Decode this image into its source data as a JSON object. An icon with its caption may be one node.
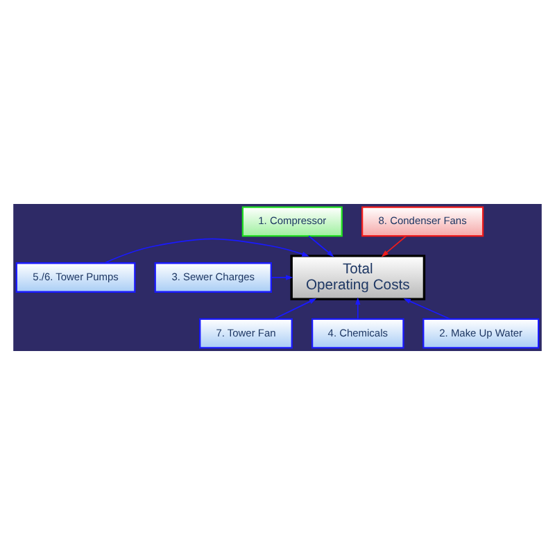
{
  "diagram": {
    "nodes": [
      {
        "text": [
          "1. Compressor"
        ]
      },
      {
        "text": [
          "8. Condenser Fans"
        ]
      },
      {
        "text": [
          "5./6. Tower Pumps"
        ]
      },
      {
        "text": [
          "3. Sewer Charges"
        ]
      },
      {
        "text": [
          "Total Operating Costs"
        ]
      },
      {
        "text": [
          "7. Tower Fan"
        ]
      },
      {
        "text": [
          "4. Chemicals"
        ]
      },
      {
        "text": [
          "2. Make Up Water"
        ]
      }
    ],
    "edges": [
      {
        "from": 0,
        "to": 4,
        "arrow": "to"
      },
      {
        "from": 1,
        "to": 4,
        "arrow": "to",
        "color": "#ee1c1c"
      },
      {
        "from": 2,
        "to": 4,
        "arrow": "to"
      },
      {
        "from": 3,
        "to": 4,
        "arrow": "to"
      },
      {
        "from": 5,
        "to": 4,
        "arrow": "to"
      },
      {
        "from": 6,
        "to": 4,
        "arrow": "to"
      },
      {
        "from": 7,
        "to": 4,
        "arrow": "to"
      }
    ]
  }
}
